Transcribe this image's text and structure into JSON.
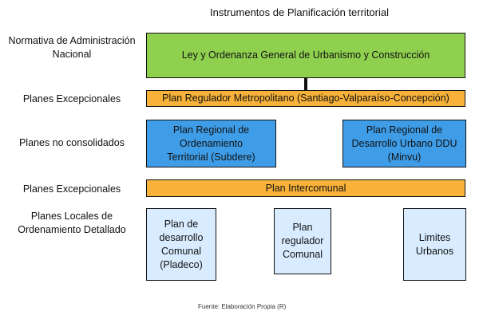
{
  "title": "Instrumentos de Planificación territorial",
  "labels": {
    "normativa": "Normativa de\nAdministración\nNacional",
    "excepcionales_1": "Planes Excepcionales",
    "no_consolidados": "Planes no consolidados",
    "excepcionales_2": "Planes Excepcionales",
    "locales": "Planes Locales de\nOrdenamiento\nDetallado"
  },
  "boxes": {
    "ley": "Ley y Ordenanza General de Urbanismo y Construcción",
    "metropolitano": "Plan Regulador Metropolitano (Santiago-Valparaíso-Concepción)",
    "regional_ordenamiento": "Plan Regional de\nOrdenamiento\nTerritorial (Subdere)",
    "regional_ddu": "Plan Regional de\nDesarrollo Urbano DDU\n(Minvu)",
    "intercomunal": "Plan Intercomunal",
    "pladeco": "Plan de\ndesarrollo\nComunal\n(Pladeco)",
    "regulador_comunal": "Plan\nregulador\nComunal",
    "limites": "Limites\nUrbanos"
  },
  "footer": "Fuente: Elaboración Propia (R)",
  "colors": {
    "green": "#8fd14f",
    "orange": "#f8b23a",
    "blue": "#3f9de8",
    "light_blue": "#d9ecff"
  }
}
